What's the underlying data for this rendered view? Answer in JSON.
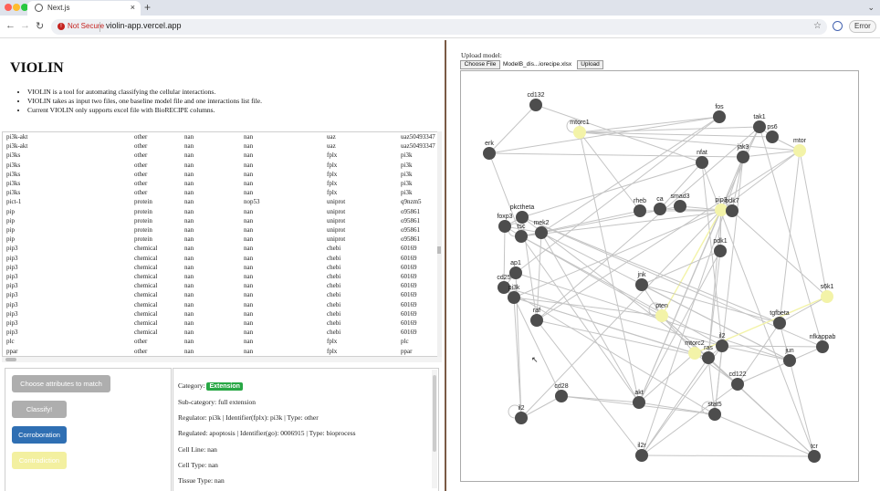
{
  "browser": {
    "tab_title": "Next.js",
    "tab_close": "×",
    "new_tab": "+",
    "tab_menu": "⌄",
    "security_label": "Not Secure",
    "url": "violin-app.vercel.app",
    "error_label": "Error",
    "colors": {
      "close": "#ff5f57",
      "minimize": "#febc2e",
      "zoom": "#28c840"
    }
  },
  "page": {
    "title": "VIOLIN",
    "description": [
      "VIOLIN is a tool for automating classifying the cellular interactions.",
      "VIOLIN takes as input two files, one baseline model file and one interactions list file.",
      "Current VIOLIN only supports excel file with BioRECIPE columns."
    ]
  },
  "table": {
    "rows": [
      [
        "pi3k-akt",
        "other",
        "nan",
        "nan",
        "uaz",
        "uaz50493347"
      ],
      [
        "pi3k-akt",
        "other",
        "nan",
        "nan",
        "uaz",
        "uaz50493347"
      ],
      [
        "pi3ks",
        "other",
        "nan",
        "nan",
        "fplx",
        "pi3k"
      ],
      [
        "pi3ks",
        "other",
        "nan",
        "nan",
        "fplx",
        "pi3k"
      ],
      [
        "pi3ks",
        "other",
        "nan",
        "nan",
        "fplx",
        "pi3k"
      ],
      [
        "pi3ks",
        "other",
        "nan",
        "nan",
        "fplx",
        "pi3k"
      ],
      [
        "pi3ks",
        "other",
        "nan",
        "nan",
        "fplx",
        "pi3k"
      ],
      [
        "pict-1",
        "protein",
        "nan",
        "nop53",
        "uniprot",
        "q9nzm5"
      ],
      [
        "pip",
        "protein",
        "nan",
        "nan",
        "uniprot",
        "o95861"
      ],
      [
        "pip",
        "protein",
        "nan",
        "nan",
        "uniprot",
        "o95861"
      ],
      [
        "pip",
        "protein",
        "nan",
        "nan",
        "uniprot",
        "o95861"
      ],
      [
        "pip",
        "protein",
        "nan",
        "nan",
        "uniprot",
        "o95861"
      ],
      [
        "pip3",
        "chemical",
        "nan",
        "nan",
        "chebi",
        "60169"
      ],
      [
        "pip3",
        "chemical",
        "nan",
        "nan",
        "chebi",
        "60169"
      ],
      [
        "pip3",
        "chemical",
        "nan",
        "nan",
        "chebi",
        "60169"
      ],
      [
        "pip3",
        "chemical",
        "nan",
        "nan",
        "chebi",
        "60169"
      ],
      [
        "pip3",
        "chemical",
        "nan",
        "nan",
        "chebi",
        "60169"
      ],
      [
        "pip3",
        "chemical",
        "nan",
        "nan",
        "chebi",
        "60169"
      ],
      [
        "pip3",
        "chemical",
        "nan",
        "nan",
        "chebi",
        "60169"
      ],
      [
        "pip3",
        "chemical",
        "nan",
        "nan",
        "chebi",
        "60169"
      ],
      [
        "pip3",
        "chemical",
        "nan",
        "nan",
        "chebi",
        "60169"
      ],
      [
        "pip3",
        "chemical",
        "nan",
        "nan",
        "chebi",
        "60169"
      ],
      [
        "plc",
        "other",
        "nan",
        "nan",
        "fplx",
        "plc"
      ],
      [
        "ppar",
        "other",
        "nan",
        "nan",
        "fplx",
        "ppar"
      ]
    ]
  },
  "actions": {
    "choose_attributes": "Choose attributes to match",
    "classify": "Classify!",
    "corroboration": "Corroboration",
    "contradiction": "Contradiction",
    "colors": {
      "gray": "#aeaeae",
      "blue": "#2f6fb3",
      "yellow": "#f3f0a0"
    }
  },
  "details": {
    "category_label": "Category:",
    "category_value": "Extension",
    "subcategory": "Sub-category: full extension",
    "regulator": "Regulator: pi3k | Identifier(fplx): pi3k | Type: other",
    "regulated": "Regulated: apoptosis | Identifier(go): 0006915 | Type: bioprocess",
    "cell_line": "Cell Line: nan",
    "cell_type": "Cell Type: nan",
    "tissue_type": "Tissue Type: nan"
  },
  "upload": {
    "label": "Upload model:",
    "choose_file": "Choose File",
    "file_name": "ModelB_dis...iorecipe.xlsx",
    "upload_button": "Upload"
  },
  "graph": {
    "node_color": "#4d4d4d",
    "highlight_color": "#f3f3a8",
    "edge_color": "#c4c4c4",
    "nodes": [
      {
        "id": "cd132",
        "label": "cd132",
        "hl": false
      },
      {
        "id": "fos",
        "label": "fos",
        "hl": false
      },
      {
        "id": "mtorc1",
        "label": "mtorc1",
        "hl": true
      },
      {
        "id": "tak1",
        "label": "tak1",
        "hl": false
      },
      {
        "id": "ps6",
        "label": "ps6",
        "hl": false
      },
      {
        "id": "erk",
        "label": "erk",
        "hl": false
      },
      {
        "id": "mtor",
        "label": "mtor",
        "hl": true
      },
      {
        "id": "jak3",
        "label": "jak3",
        "hl": false
      },
      {
        "id": "nfat",
        "label": "nfat",
        "hl": false
      },
      {
        "id": "rheb",
        "label": "rheb",
        "hl": false
      },
      {
        "id": "ca",
        "label": "ca",
        "hl": false
      },
      {
        "id": "smad3",
        "label": "smad3",
        "hl": false
      },
      {
        "id": "pip3",
        "label": "pip3",
        "hl": true
      },
      {
        "id": "pdk7",
        "label": "pdk7",
        "hl": false
      },
      {
        "id": "pkctheta",
        "label": "pkctheta",
        "hl": false
      },
      {
        "id": "foxp3",
        "label": "foxp3",
        "hl": false
      },
      {
        "id": "tsc",
        "label": "tsc",
        "hl": false
      },
      {
        "id": "mek2",
        "label": "mek2",
        "hl": false
      },
      {
        "id": "pdk1",
        "label": "pdk1",
        "hl": false
      },
      {
        "id": "ap1",
        "label": "ap1",
        "hl": false
      },
      {
        "id": "cd25",
        "label": "cd25",
        "hl": false
      },
      {
        "id": "pi3k",
        "label": "pi3k",
        "hl": false
      },
      {
        "id": "jnk",
        "label": "jnk",
        "hl": false
      },
      {
        "id": "s6k1",
        "label": "s6k1",
        "hl": true
      },
      {
        "id": "raf",
        "label": "raf",
        "hl": false
      },
      {
        "id": "pten",
        "label": "pten",
        "hl": true
      },
      {
        "id": "tgfbeta",
        "label": "tgfbeta",
        "hl": false
      },
      {
        "id": "il2",
        "label": "il2",
        "hl": false
      },
      {
        "id": "nfkappab",
        "label": "nfkappab",
        "hl": false
      },
      {
        "id": "mtorc2",
        "label": "mtorc2",
        "hl": true
      },
      {
        "id": "ras",
        "label": "ras",
        "hl": false
      },
      {
        "id": "jun",
        "label": "jun",
        "hl": false
      },
      {
        "id": "cd122",
        "label": "cd122",
        "hl": false
      },
      {
        "id": "cd28",
        "label": "cd28",
        "hl": false
      },
      {
        "id": "akt",
        "label": "akt",
        "hl": false
      },
      {
        "id": "il2_b",
        "label": "il2",
        "hl": false
      },
      {
        "id": "stat5",
        "label": "stat5",
        "hl": false
      },
      {
        "id": "il2r",
        "label": "il2r",
        "hl": false
      },
      {
        "id": "tcr",
        "label": "tcr",
        "hl": false
      }
    ],
    "edges": [
      [
        "mtorc1",
        "mtor"
      ],
      [
        "mtorc1",
        "fos"
      ],
      [
        "mtorc1",
        "ps6"
      ],
      [
        "mtorc1",
        "tak1"
      ],
      [
        "erk",
        "jak3"
      ],
      [
        "erk",
        "fos"
      ],
      [
        "erk",
        "cd132"
      ],
      [
        "erk",
        "tsc"
      ],
      [
        "mtor",
        "pip3"
      ],
      [
        "mtor",
        "jak3"
      ],
      [
        "mtor",
        "ps6"
      ],
      [
        "mtor",
        "raf"
      ],
      [
        "mtor",
        "tgfbeta"
      ],
      [
        "tak1",
        "ps6"
      ],
      [
        "tak1",
        "jak3"
      ],
      [
        "tak1",
        "nfkappab"
      ],
      [
        "tak1",
        "pip3"
      ],
      [
        "jak3",
        "stat5"
      ],
      [
        "jak3",
        "pdk7"
      ],
      [
        "jak3",
        "akt"
      ],
      [
        "jak3",
        "il2r"
      ],
      [
        "nfat",
        "il2"
      ],
      [
        "nfat",
        "cd132"
      ],
      [
        "nfat",
        "pkctheta"
      ],
      [
        "nfat",
        "tcr"
      ],
      [
        "pip3",
        "pten",
        "hl"
      ],
      [
        "pip3",
        "pdk1"
      ],
      [
        "pip3",
        "pi3k"
      ],
      [
        "pip3",
        "akt"
      ],
      [
        "pip3",
        "smad3"
      ],
      [
        "pip3",
        "ras"
      ],
      [
        "pip3",
        "il2_b"
      ],
      [
        "pdk7",
        "ca"
      ],
      [
        "pdk7",
        "rheb"
      ],
      [
        "pdk7",
        "tsc"
      ],
      [
        "foxp3",
        "pkctheta"
      ],
      [
        "foxp3",
        "tsc"
      ],
      [
        "foxp3",
        "mek2"
      ],
      [
        "foxp3",
        "cd25"
      ],
      [
        "tsc",
        "rheb"
      ],
      [
        "tsc",
        "mek2"
      ],
      [
        "tsc",
        "pten"
      ],
      [
        "tsc",
        "il2"
      ],
      [
        "mek2",
        "raf"
      ],
      [
        "mek2",
        "fos"
      ],
      [
        "mek2",
        "jun"
      ],
      [
        "mek2",
        "akt"
      ],
      [
        "mek2",
        "smad3"
      ],
      [
        "pkctheta",
        "raf"
      ],
      [
        "pkctheta",
        "nfkappab"
      ],
      [
        "pkctheta",
        "ras"
      ],
      [
        "pkctheta",
        "tgfbeta"
      ],
      [
        "pdk1",
        "ras"
      ],
      [
        "pdk1",
        "akt"
      ],
      [
        "pdk1",
        "jnk"
      ],
      [
        "ap1",
        "cd25"
      ],
      [
        "ap1",
        "fos"
      ],
      [
        "ap1",
        "jun"
      ],
      [
        "ap1",
        "il2_b"
      ],
      [
        "cd25",
        "pi3k"
      ],
      [
        "cd25",
        "il2"
      ],
      [
        "cd25",
        "stat5"
      ],
      [
        "pi3k",
        "pten"
      ],
      [
        "pi3k",
        "mtorc2"
      ],
      [
        "pi3k",
        "il2_b"
      ],
      [
        "pi3k",
        "cd28"
      ],
      [
        "pi3k",
        "ras"
      ],
      [
        "jnk",
        "pten"
      ],
      [
        "jnk",
        "jun"
      ],
      [
        "jnk",
        "tgfbeta"
      ],
      [
        "s6k1",
        "mtorc2",
        "hl"
      ],
      [
        "s6k1",
        "tgfbeta"
      ],
      [
        "s6k1",
        "mtor"
      ],
      [
        "s6k1",
        "pdk7"
      ],
      [
        "raf",
        "ras"
      ],
      [
        "raf",
        "tak1"
      ],
      [
        "raf",
        "il2r"
      ],
      [
        "pten",
        "tcr"
      ],
      [
        "pten",
        "cd122"
      ],
      [
        "pten",
        "mtorc2"
      ],
      [
        "tgfbeta",
        "cd122"
      ],
      [
        "tgfbeta",
        "jun"
      ],
      [
        "il2",
        "ras"
      ],
      [
        "il2",
        "stat5"
      ],
      [
        "il2",
        "il2r"
      ],
      [
        "il2",
        "jun"
      ],
      [
        "il2",
        "nfkappab"
      ],
      [
        "mtorc2",
        "ras"
      ],
      [
        "mtorc2",
        "akt"
      ],
      [
        "mtorc2",
        "cd122"
      ],
      [
        "ras",
        "tcr"
      ],
      [
        "ras",
        "il2r"
      ],
      [
        "ras",
        "stat5"
      ],
      [
        "cd28",
        "akt"
      ],
      [
        "cd28",
        "il2_b"
      ],
      [
        "cd28",
        "stat5"
      ],
      [
        "akt",
        "stat5"
      ],
      [
        "akt",
        "tsc"
      ],
      [
        "akt",
        "mtorc1"
      ],
      [
        "il2r",
        "tcr"
      ],
      [
        "il2r",
        "cd122"
      ],
      [
        "stat5",
        "tcr"
      ],
      [
        "cd122",
        "nfkappab"
      ],
      [
        "jun",
        "tcr"
      ],
      [
        "rheb",
        "mtorc1"
      ],
      [
        "ca",
        "nfat"
      ]
    ]
  }
}
